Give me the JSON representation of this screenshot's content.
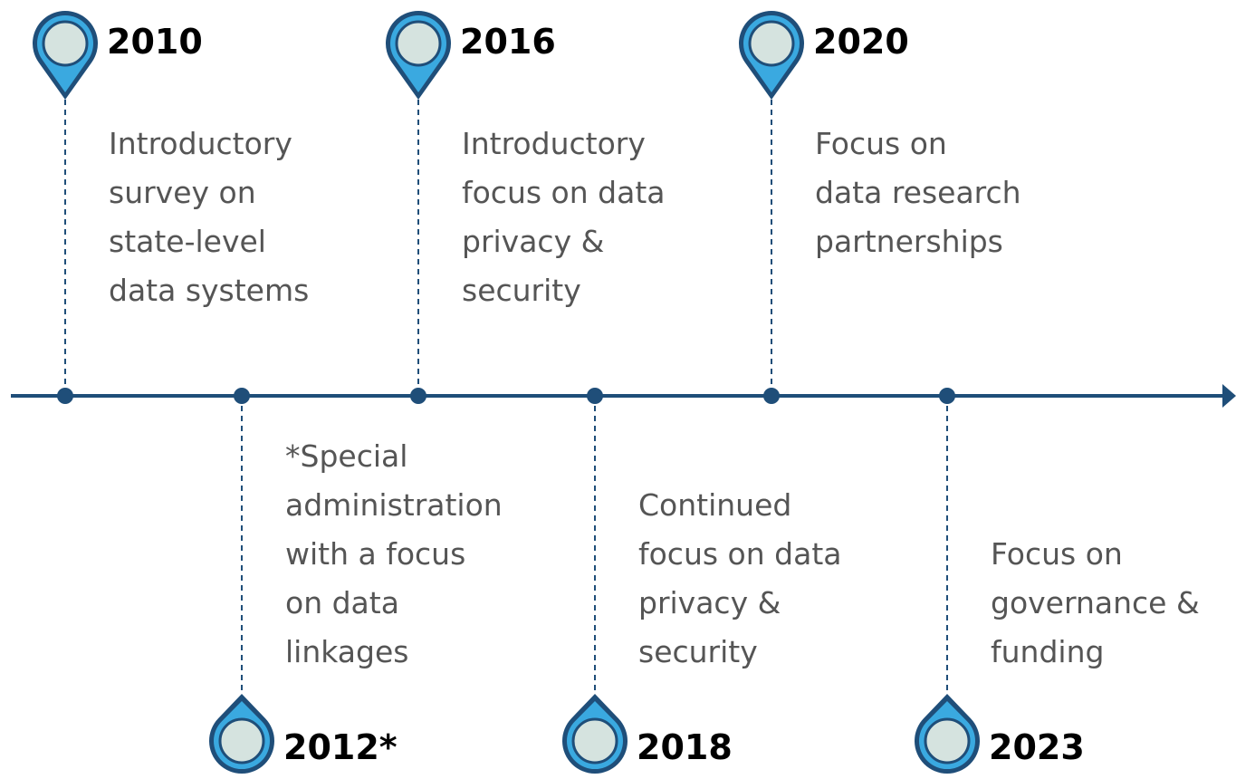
{
  "colors": {
    "axis": "#1f4e79",
    "pin_outer": "#1f4e79",
    "pin_body": "#3aa9e0",
    "pin_center": "#d5e3df",
    "year_text": "#000000",
    "description_text": "#555555"
  },
  "milestones": [
    {
      "year": "2010",
      "position": "above",
      "description": "Introductory\nsurvey on\nstate-level\ndata systems"
    },
    {
      "year": "2012*",
      "position": "below",
      "description": "*Special\nadministration\nwith a focus\non data\nlinkages"
    },
    {
      "year": "2016",
      "position": "above",
      "description": "Introductory\nfocus on data\nprivacy &\nsecurity"
    },
    {
      "year": "2018",
      "position": "below",
      "description": "Continued\nfocus on data\nprivacy &\nsecurity"
    },
    {
      "year": "2020",
      "position": "above",
      "description": "Focus on\ndata research\npartnerships"
    },
    {
      "year": "2023",
      "position": "below",
      "description": "Focus on\ngovernance &\nfunding"
    }
  ]
}
